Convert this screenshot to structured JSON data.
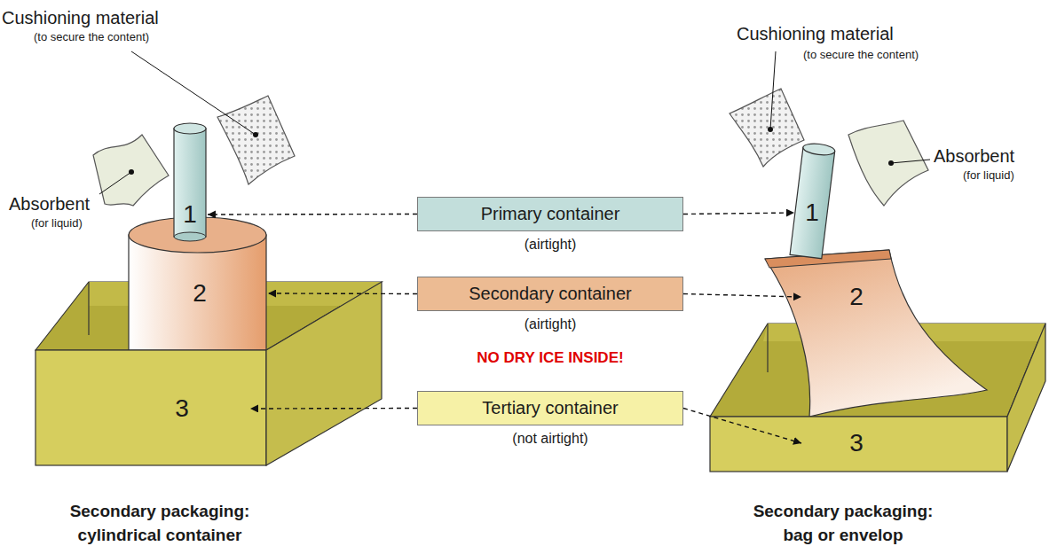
{
  "diagram": {
    "nodes": [
      {
        "text": [
          "1"
        ]
      },
      {
        "text": [
          "Primary container",
          "(airtight)"
        ]
      },
      {
        "text": [
          "1"
        ]
      },
      {
        "text": [
          "2"
        ]
      },
      {
        "text": [
          "Secondary container",
          "(airtight)"
        ]
      },
      {
        "text": [
          "2"
        ]
      },
      {
        "text": [
          "3"
        ]
      },
      {
        "text": [
          "Tertiary container",
          "(not airtight)"
        ]
      },
      {
        "text": [
          "3"
        ]
      }
    ],
    "edges": [
      {
        "from": 1,
        "to": 0,
        "arrow": "to"
      },
      {
        "from": 1,
        "to": 2,
        "arrow": "to"
      },
      {
        "from": 4,
        "to": 3,
        "arrow": "to"
      },
      {
        "from": 4,
        "to": 5,
        "arrow": "to"
      },
      {
        "from": 7,
        "to": 6,
        "arrow": "to"
      },
      {
        "from": 7,
        "to": 8,
        "arrow": "to"
      }
    ],
    "labels": [
      "NO DRY ICE INSIDE!",
      "Cushioning material",
      "(to secure the content)",
      "Absorbent",
      "(for liquid)",
      "Cushioning material",
      "(to secure the content)",
      "Absorbent",
      "(for liquid)",
      "Secondary packaging:",
      "cylindrical container",
      "Secondary packaging:",
      "bag or envelop"
    ]
  }
}
